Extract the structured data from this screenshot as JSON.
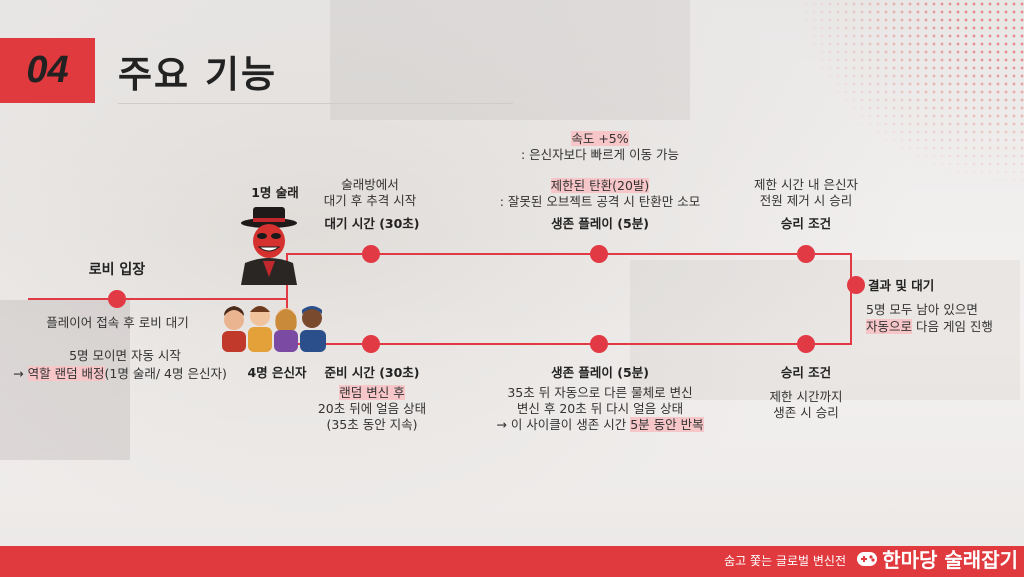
{
  "header": {
    "number": "04",
    "title": "주요 기능"
  },
  "lobby": {
    "title": "로비 입장",
    "desc1": "플레이어 접속 후 로비 대기",
    "desc2_line1": "5명 모이면 자동 시작",
    "desc2_arrow": "→ ",
    "desc2_hl": "역할 랜덤 배정",
    "desc2_rest": "(1명 술래/ 4명 은신자)"
  },
  "roles": {
    "tagger": "1명 술래",
    "hiders": "4명 은신자"
  },
  "top": {
    "wait_desc1": "술래방에서",
    "wait_desc2": "대기 후 추격 시작",
    "wait_title": "대기 시간 (30초)",
    "speed_hl": "속도 +5%",
    "speed_desc": ": 은신자보다 빠르게 이동 가능",
    "ammo_hl": "제한된 탄환(20발)",
    "ammo_desc": ": 잘못된 오브젝트 공격 시 탄환만 소모",
    "survive_title": "생존 플레이 (5분)",
    "win_desc1": "제한 시간 내 은신자",
    "win_desc2": "전원 제거 시 승리",
    "win_title": "승리 조건"
  },
  "bottom": {
    "prep_title": "준비 시간 (30초)",
    "prep_hl": "랜덤 변신 후",
    "prep_desc2": "20초 뒤에 얼음 상태",
    "prep_desc3": "(35초 동안 지속)",
    "survive_title": "생존 플레이 (5분)",
    "survive_desc1": "35초 뒤 자동으로 다른 물체로 변신",
    "survive_desc2": "변신 후 20초 뒤 다시 얼음 상태",
    "survive_desc3_pre": "→ 이 사이클이 생존 시간 ",
    "survive_desc3_hl": "5분 동안 반복",
    "win_title": "승리 조건",
    "win_desc1": "제한 시간까지",
    "win_desc2": "생존 시 승리"
  },
  "result": {
    "title": "결과 및 대기",
    "desc1": "5명 모두 남아 있으면",
    "desc2_hl": "자동으로",
    "desc2_rest": " 다음 게임 진행"
  },
  "footer": {
    "tagline": "숨고 쫓는 글로벌 변신전",
    "logo": "한마당 술래잡기"
  },
  "colors": {
    "accent": "#e23a45",
    "highlight": "#f7c6c8"
  }
}
